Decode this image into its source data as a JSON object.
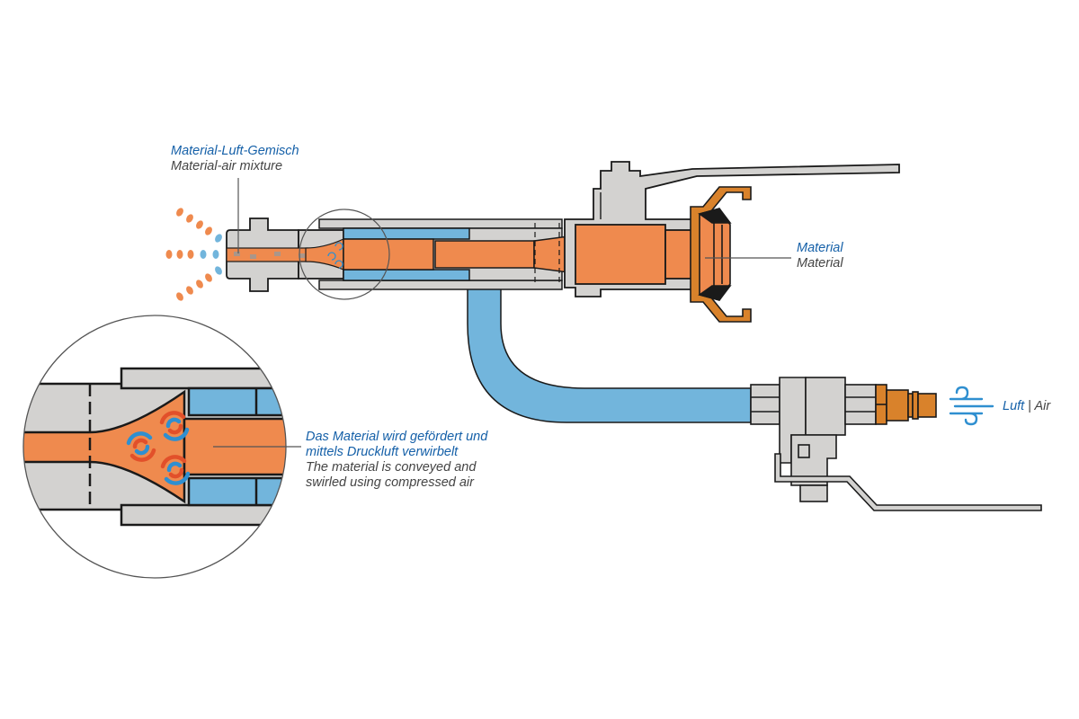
{
  "labels": {
    "mixture": {
      "de": "Material-Luft-Gemisch",
      "en": "Material-air mixture"
    },
    "material": {
      "de": "Material",
      "en": "Material"
    },
    "detail": {
      "de_line1": "Das Material wird gefördert und",
      "de_line2": "mittels Druckluft verwirbelt",
      "en_line1": "The material is conveyed and",
      "en_line2": "swirled using compressed air"
    },
    "air": {
      "de": "Luft",
      "separator": "|",
      "en": "Air"
    }
  },
  "colors": {
    "material": "#ef8a4e",
    "air": "#72b5dc",
    "steel": "#d3d2d0",
    "brass": "#d9822b",
    "outline": "#1a1a1a",
    "label_de": "#1560a8",
    "label_en": "#444444",
    "swirl_red": "#e2502a",
    "swirl_blue": "#2f8fd0"
  },
  "icons": [
    "wind-icon",
    "swirl-icon",
    "magnifier-circle"
  ]
}
